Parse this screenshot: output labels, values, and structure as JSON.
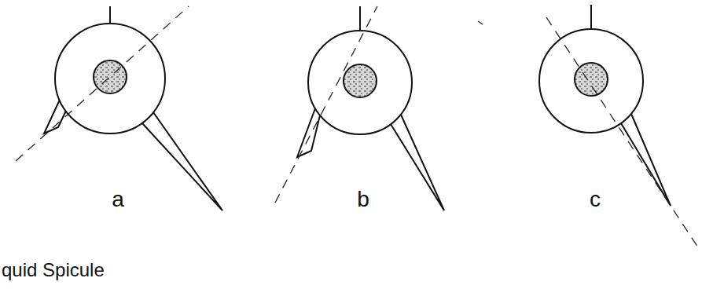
{
  "diagram": {
    "labels": [
      "a",
      "b",
      "c",
      "quid Spicule"
    ]
  }
}
